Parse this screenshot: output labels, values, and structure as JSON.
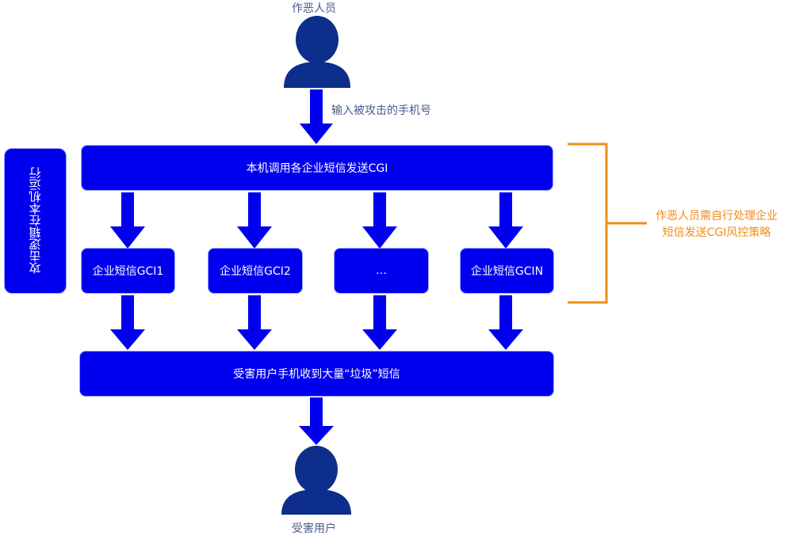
{
  "actors": {
    "attacker_label": "作恶人员",
    "victim_label": "受害用户"
  },
  "input_label": "输入被攻击的手机号",
  "side_box": {
    "line1": "攻击逻辑在",
    "line2": "本机运行"
  },
  "main_box_label": "本机调用各企业短信发送CGI",
  "cgi_boxes": [
    "企业短信GCI1",
    "企业短信GCI2",
    "…",
    "企业短信GCIN"
  ],
  "result_box_label": "受害用户手机收到大量“垃圾”短信",
  "bracket_note": {
    "line1": "作恶人员需自行处理企业",
    "line2": "短信发送CGI风控策略"
  },
  "colors": {
    "box_fill": "#0000ee",
    "person": "#0d2e8a",
    "arrow": "#0000ee",
    "bracket": "#f08c18",
    "caption": "#4a5a8a"
  }
}
